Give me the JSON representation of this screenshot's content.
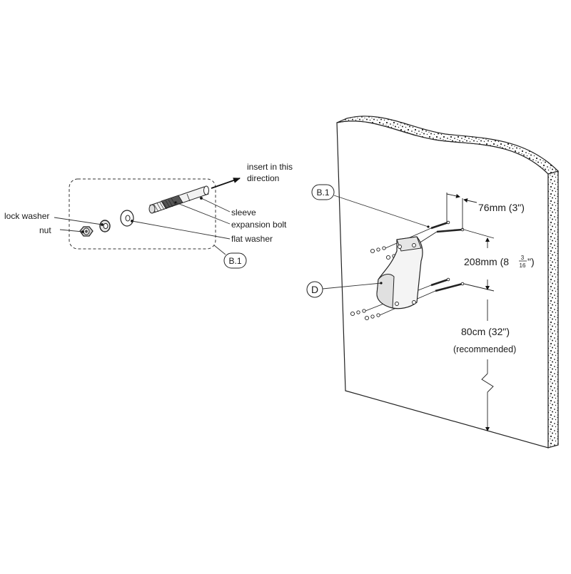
{
  "parts": {
    "insert_direction_line1": "insert in this",
    "insert_direction_line2": "direction",
    "sleeve": "sleeve",
    "expansion_bolt": "expansion bolt",
    "flat_washer": "flat washer",
    "lock_washer": "lock washer",
    "nut": "nut",
    "kit_callout": "B.1"
  },
  "wall": {
    "kit_callout": "B.1",
    "bracket_callout": "D",
    "hole_spacing_label": "76mm (3\")",
    "vertical_spacing_main": "208mm (8",
    "vertical_spacing_num": "3",
    "vertical_spacing_den": "16",
    "vertical_spacing_close": "\")",
    "height_label": "80cm (32\")",
    "height_note": "(recommended)"
  }
}
